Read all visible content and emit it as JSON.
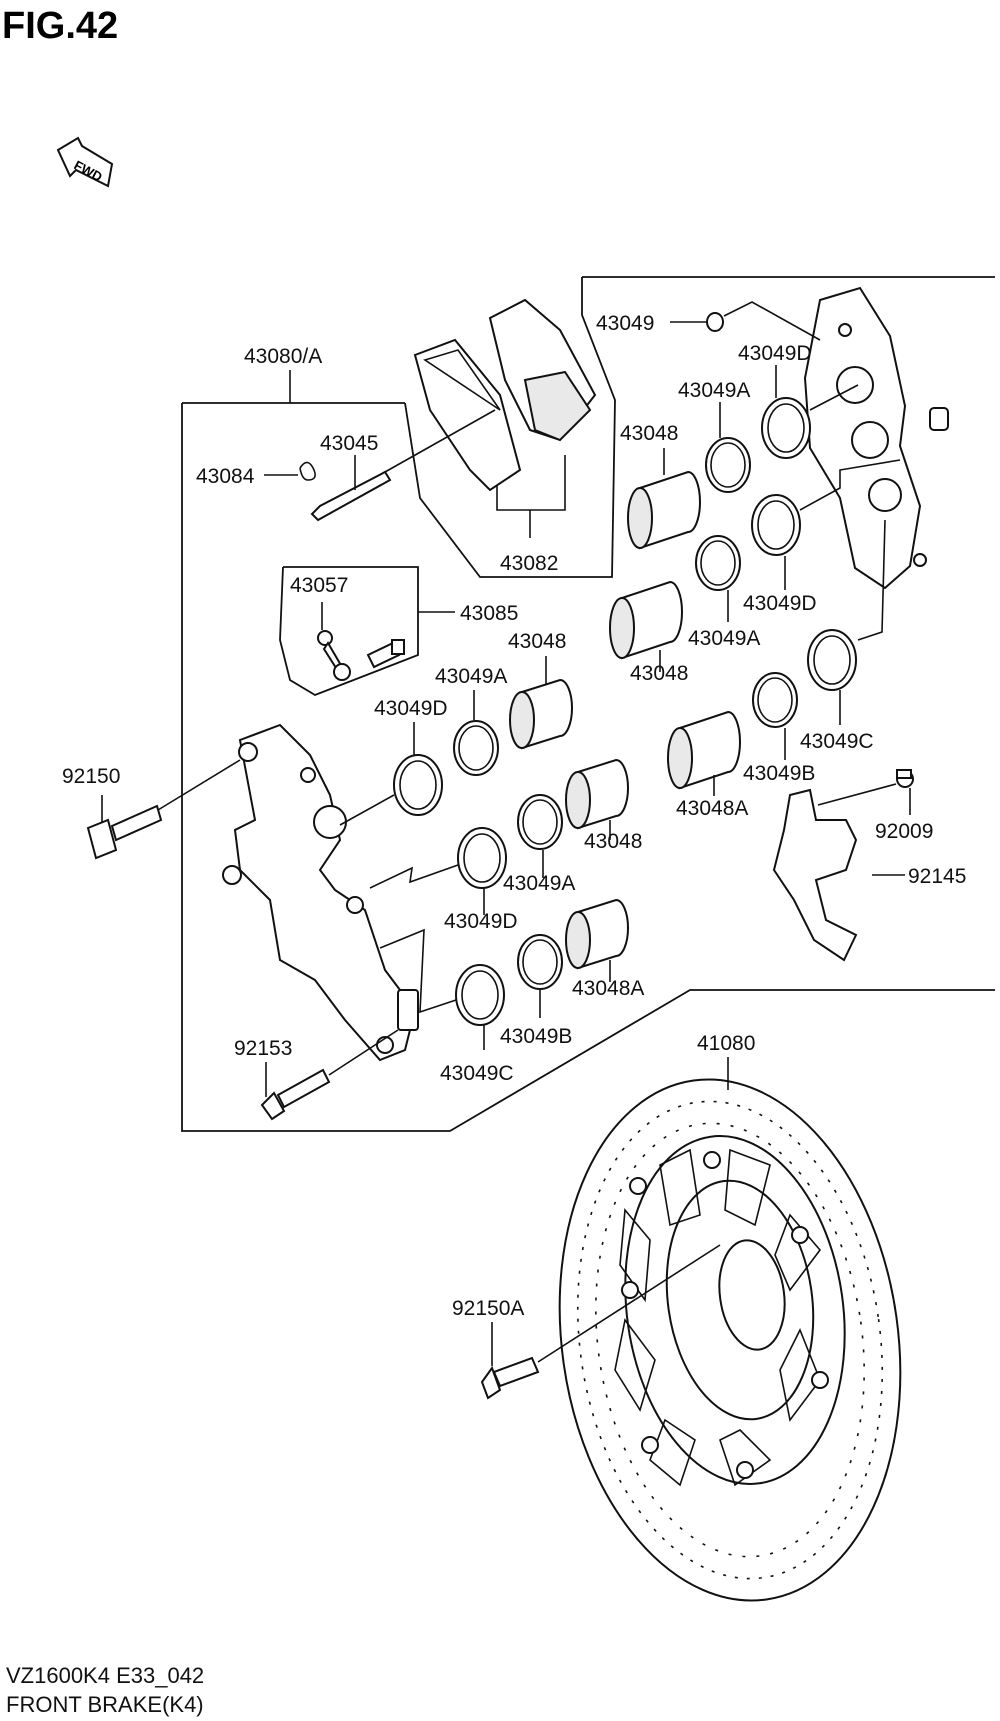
{
  "figure": {
    "title": "FIG.42"
  },
  "fwd_label": "FWD",
  "footer": {
    "model_code": "VZ1600K4 E33_042",
    "caption": "FRONT BRAKE(K4)"
  },
  "callouts": {
    "c43080A": "43080/A",
    "c43045": "43045",
    "c43084": "43084",
    "c43082": "43082",
    "c43049_top": "43049",
    "c43049D_r1": "43049D",
    "c43049A_r1": "43049A",
    "c43048_r1": "43048",
    "c43049D_r2": "43049D",
    "c43049A_r2": "43049A",
    "c43048_r2": "43048",
    "c43049C_r": "43049C",
    "c43049B_r": "43049B",
    "c43048A_r": "43048A",
    "c92009": "92009",
    "c92145": "92145",
    "c43057": "43057",
    "c43085": "43085",
    "c43048_l1": "43048",
    "c43049A_l1": "43049A",
    "c43049D_l1": "43049D",
    "c92150": "92150",
    "c43048_l2": "43048",
    "c43049A_l2": "43049A",
    "c43049D_l2": "43049D",
    "c43048A_l": "43048A",
    "c43049B_l": "43049B",
    "c43049C_l": "43049C",
    "c92153": "92153",
    "c41080": "41080",
    "c92150A": "92150A"
  }
}
